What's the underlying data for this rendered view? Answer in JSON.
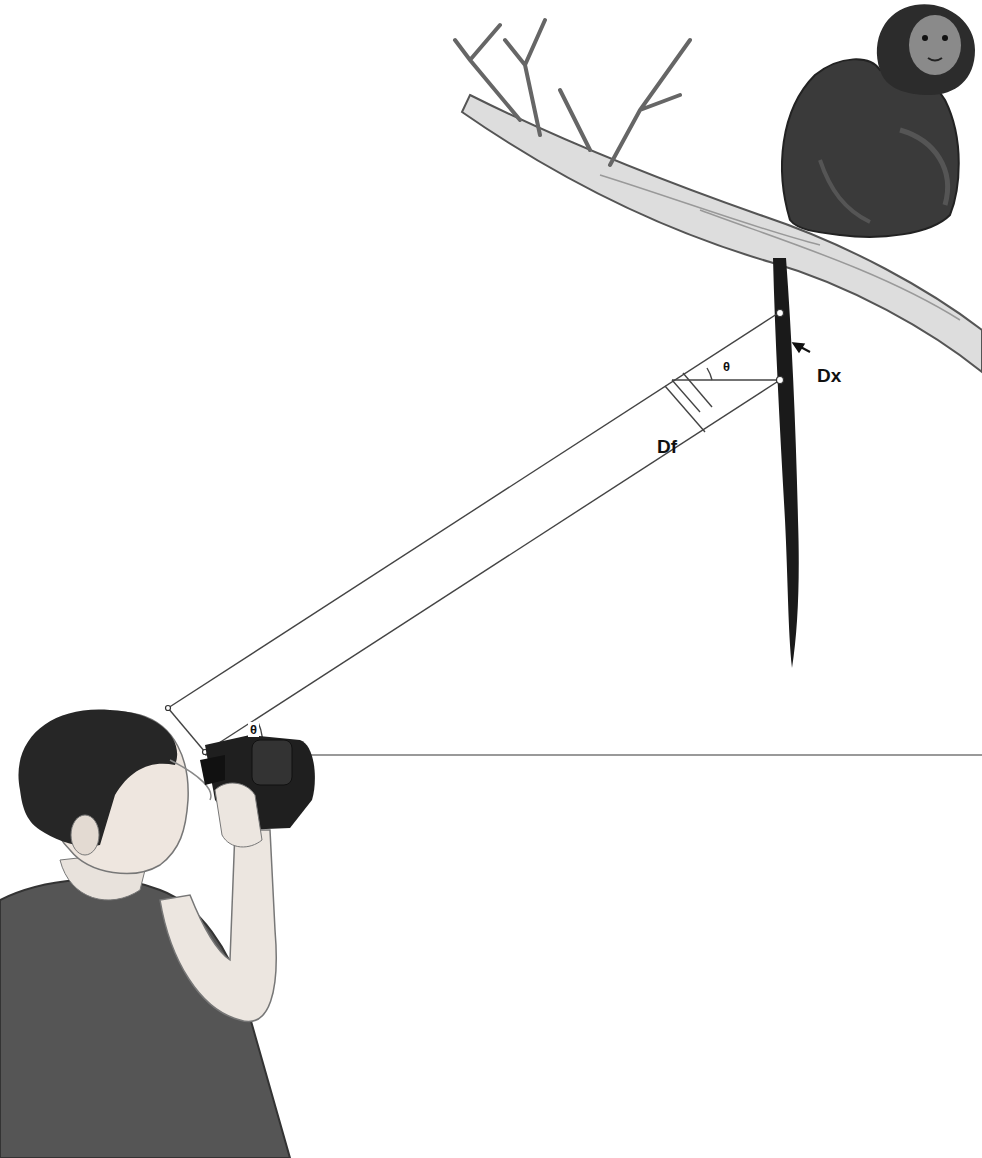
{
  "diagram": {
    "labels": [
      "θ",
      "Dx",
      "Df",
      "θ"
    ]
  }
}
